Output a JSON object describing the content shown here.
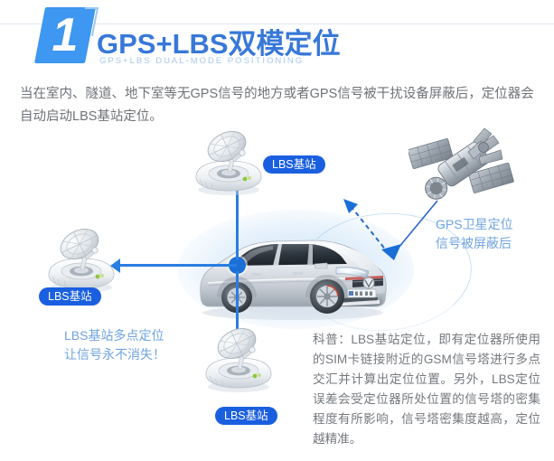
{
  "header": {
    "step_number": "1",
    "title": "GPS+LBS双模定位",
    "subtitle": "GPS+LBS DUAL-MODE POSITIONING"
  },
  "intro": {
    "paragraph": "当在室内、隧道、地下室等无GPS信号的地方或者GPS信号被干扰设备屏蔽后，定位器会自动启动LBS基站定位。"
  },
  "diagram": {
    "pills": [
      {
        "id": "top",
        "label": "LBS基站"
      },
      {
        "id": "left",
        "label": "LBS基站"
      },
      {
        "id": "bottom",
        "label": "LBS基站"
      }
    ],
    "annotations": {
      "gps_blocked": "GPS卫星定位\n信号被屏蔽后",
      "lbs_multipoint": "LBS基站多点定位\n让信号永不消失！"
    },
    "icons": {
      "satellite": "satellite-icon",
      "dish": "satellite-dish-icon",
      "car": "car-icon",
      "hub": "location-dot-icon",
      "blocked": "blocked-signal-arrow-icon"
    }
  },
  "explanation": {
    "paragraph": "科普：LBS基站定位，即有定位器所使用的SIM卡链接附近的GSM信号塔进行多点交汇并计算出定位位置。另外，LBS定位误差会受定位器所处位置的信号塔的密集程度有所影响，信号塔密集度越高，定位越精准。"
  },
  "colors": {
    "brand_blue": "#3e97f0",
    "title_blue": "#3878d8",
    "pill_blue": "#1a5fe0",
    "arrow_blue": "#2a7de1",
    "annotation_blue": "#6fa3e0",
    "body_gray": "#6e7277"
  }
}
